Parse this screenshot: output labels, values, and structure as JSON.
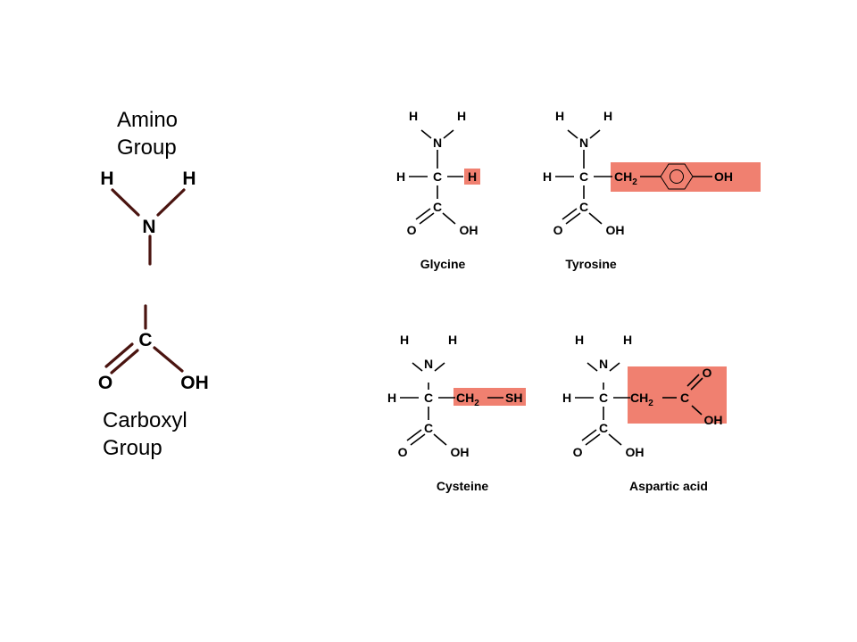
{
  "captions": {
    "amino": [
      "Amino",
      "Group"
    ],
    "carboxyl": [
      "Carboxyl",
      "Group"
    ]
  },
  "atoms": {
    "h": "H",
    "n": "N",
    "c": "C",
    "o": "O",
    "oh": "OH",
    "s": "SH",
    "ch2_base": "CH",
    "sub_2": "2"
  },
  "molecules": {
    "glycine": "Glycine",
    "tyrosine": "Tyrosine",
    "cysteine": "Cysteine",
    "aspartic": "Aspartic acid"
  },
  "colors": {
    "highlight": "#f08070",
    "bond_big": "#4a1410",
    "text": "#000000"
  }
}
